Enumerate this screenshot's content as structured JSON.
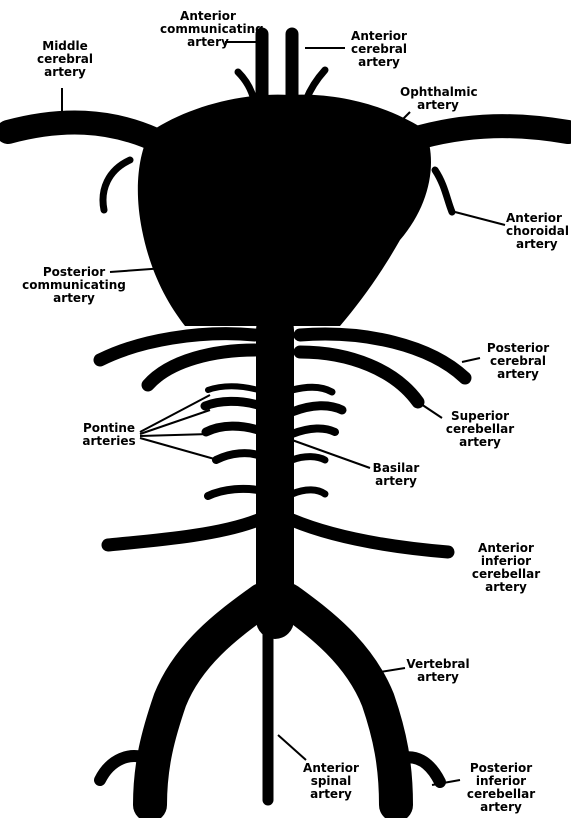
{
  "colors": {
    "vessel": "#000000",
    "background": "#ffffff",
    "text": "#000000"
  },
  "labels": {
    "anterior_communicating": [
      "Anterior",
      "communicating",
      "artery"
    ],
    "anterior_cerebral": [
      "Anterior",
      "cerebral",
      "artery"
    ],
    "middle_cerebral": [
      "Middle",
      "cerebral",
      "artery"
    ],
    "ophthalmic": [
      "Ophthalmic",
      "artery"
    ],
    "anterior_choroidal": [
      "Anterior",
      "choroidal",
      "artery"
    ],
    "posterior_communicating": [
      "Posterior",
      "communicating",
      "artery"
    ],
    "posterior_cerebral": [
      "Posterior",
      "cerebral",
      "artery"
    ],
    "superior_cerebellar": [
      "Superior",
      "cerebellar",
      "artery"
    ],
    "pontine": [
      "Pontine",
      "arteries"
    ],
    "basilar": [
      "Basilar",
      "artery"
    ],
    "anterior_inferior_cerebellar": [
      "Anterior",
      "inferior",
      "cerebellar",
      "artery"
    ],
    "vertebral": [
      "Vertebral",
      "artery"
    ],
    "anterior_spinal": [
      "Anterior",
      "spinal",
      "artery"
    ],
    "posterior_inferior_cerebellar": [
      "Posterior",
      "inferior",
      "cerebellar",
      "artery"
    ]
  }
}
